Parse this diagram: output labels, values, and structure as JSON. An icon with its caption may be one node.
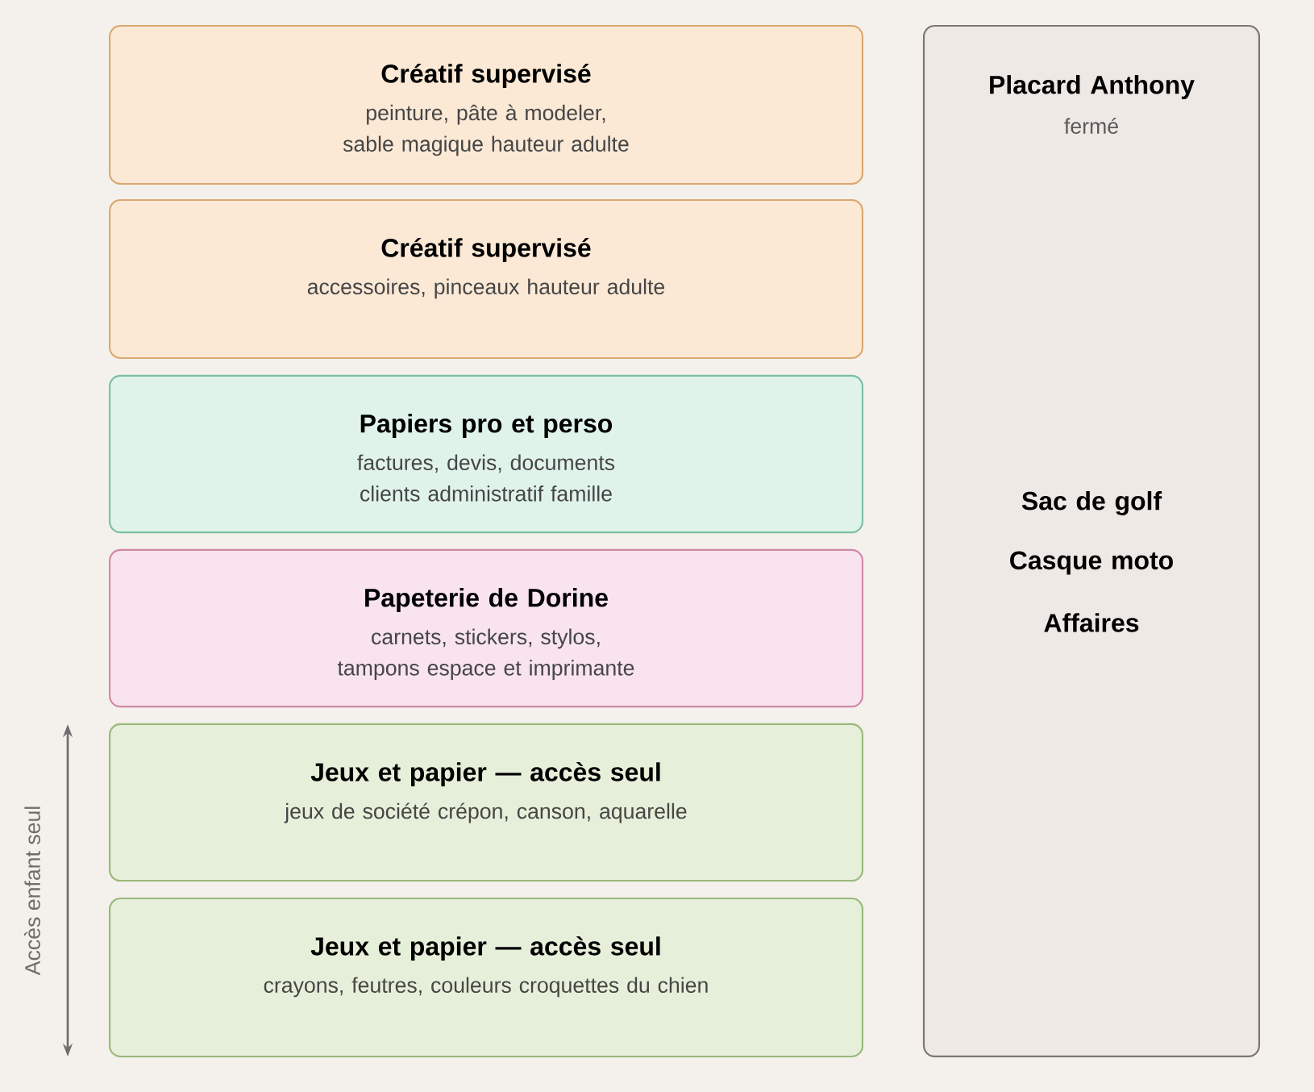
{
  "diagram": {
    "nodes": [
      {
        "text": [
          "Créatif supervisé",
          "peinture, pâte à modeler, sable magique hauteur adulte"
        ]
      },
      {
        "text": [
          "Créatif supervisé",
          "accessoires, pinceaux hauteur adulte"
        ]
      },
      {
        "text": [
          "Papiers pro et perso",
          "factures, devis, documents clients administratif famille"
        ]
      },
      {
        "text": [
          "Papeterie de Dorine",
          "carnets, stickers, stylos, tampons espace et imprimante"
        ]
      },
      {
        "text": [
          "Jeux et papier — accès seul",
          "jeux de société crépon, canson, aquarelle"
        ]
      },
      {
        "text": [
          "Jeux et papier — accès seul",
          "crayons, feutres, couleurs croquettes du chien"
        ]
      },
      {
        "text": [
          "Placard Anthony",
          "fermé",
          "Sac de golf",
          "Casque moto",
          "Affaires"
        ]
      }
    ],
    "labels": [
      "Accès enfant seul"
    ]
  }
}
